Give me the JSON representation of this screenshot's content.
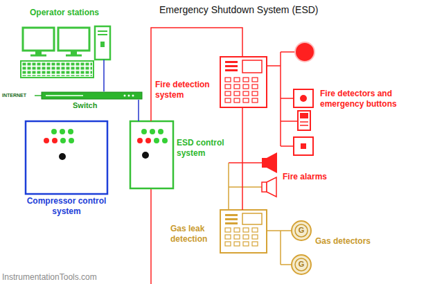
{
  "diagram": {
    "title": "Emergency Shutdown System (ESD)",
    "nodes": [
      {
        "text": [
          "Operator stations"
        ]
      },
      {
        "text": [
          "Switch"
        ]
      },
      {
        "text": [
          "Compressor control system"
        ]
      },
      {
        "text": [
          "ESD control system"
        ]
      },
      {
        "text": [
          "Fire detection system"
        ]
      },
      {
        "text": [
          "Gas leak detection"
        ]
      }
    ],
    "edges": [
      {
        "from": 0,
        "to": 1,
        "arrow": "none"
      },
      {
        "from": 1,
        "to": 3,
        "arrow": "none"
      },
      {
        "from": 3,
        "to": 4,
        "arrow": "none"
      },
      {
        "from": 4,
        "to": 5,
        "arrow": "none"
      }
    ],
    "labels": [
      "INTERNET",
      "Fire detectors and emergency buttons",
      "Fire alarms",
      "Gas detectors",
      "G",
      "G",
      "InstrumentationTools.com"
    ]
  }
}
